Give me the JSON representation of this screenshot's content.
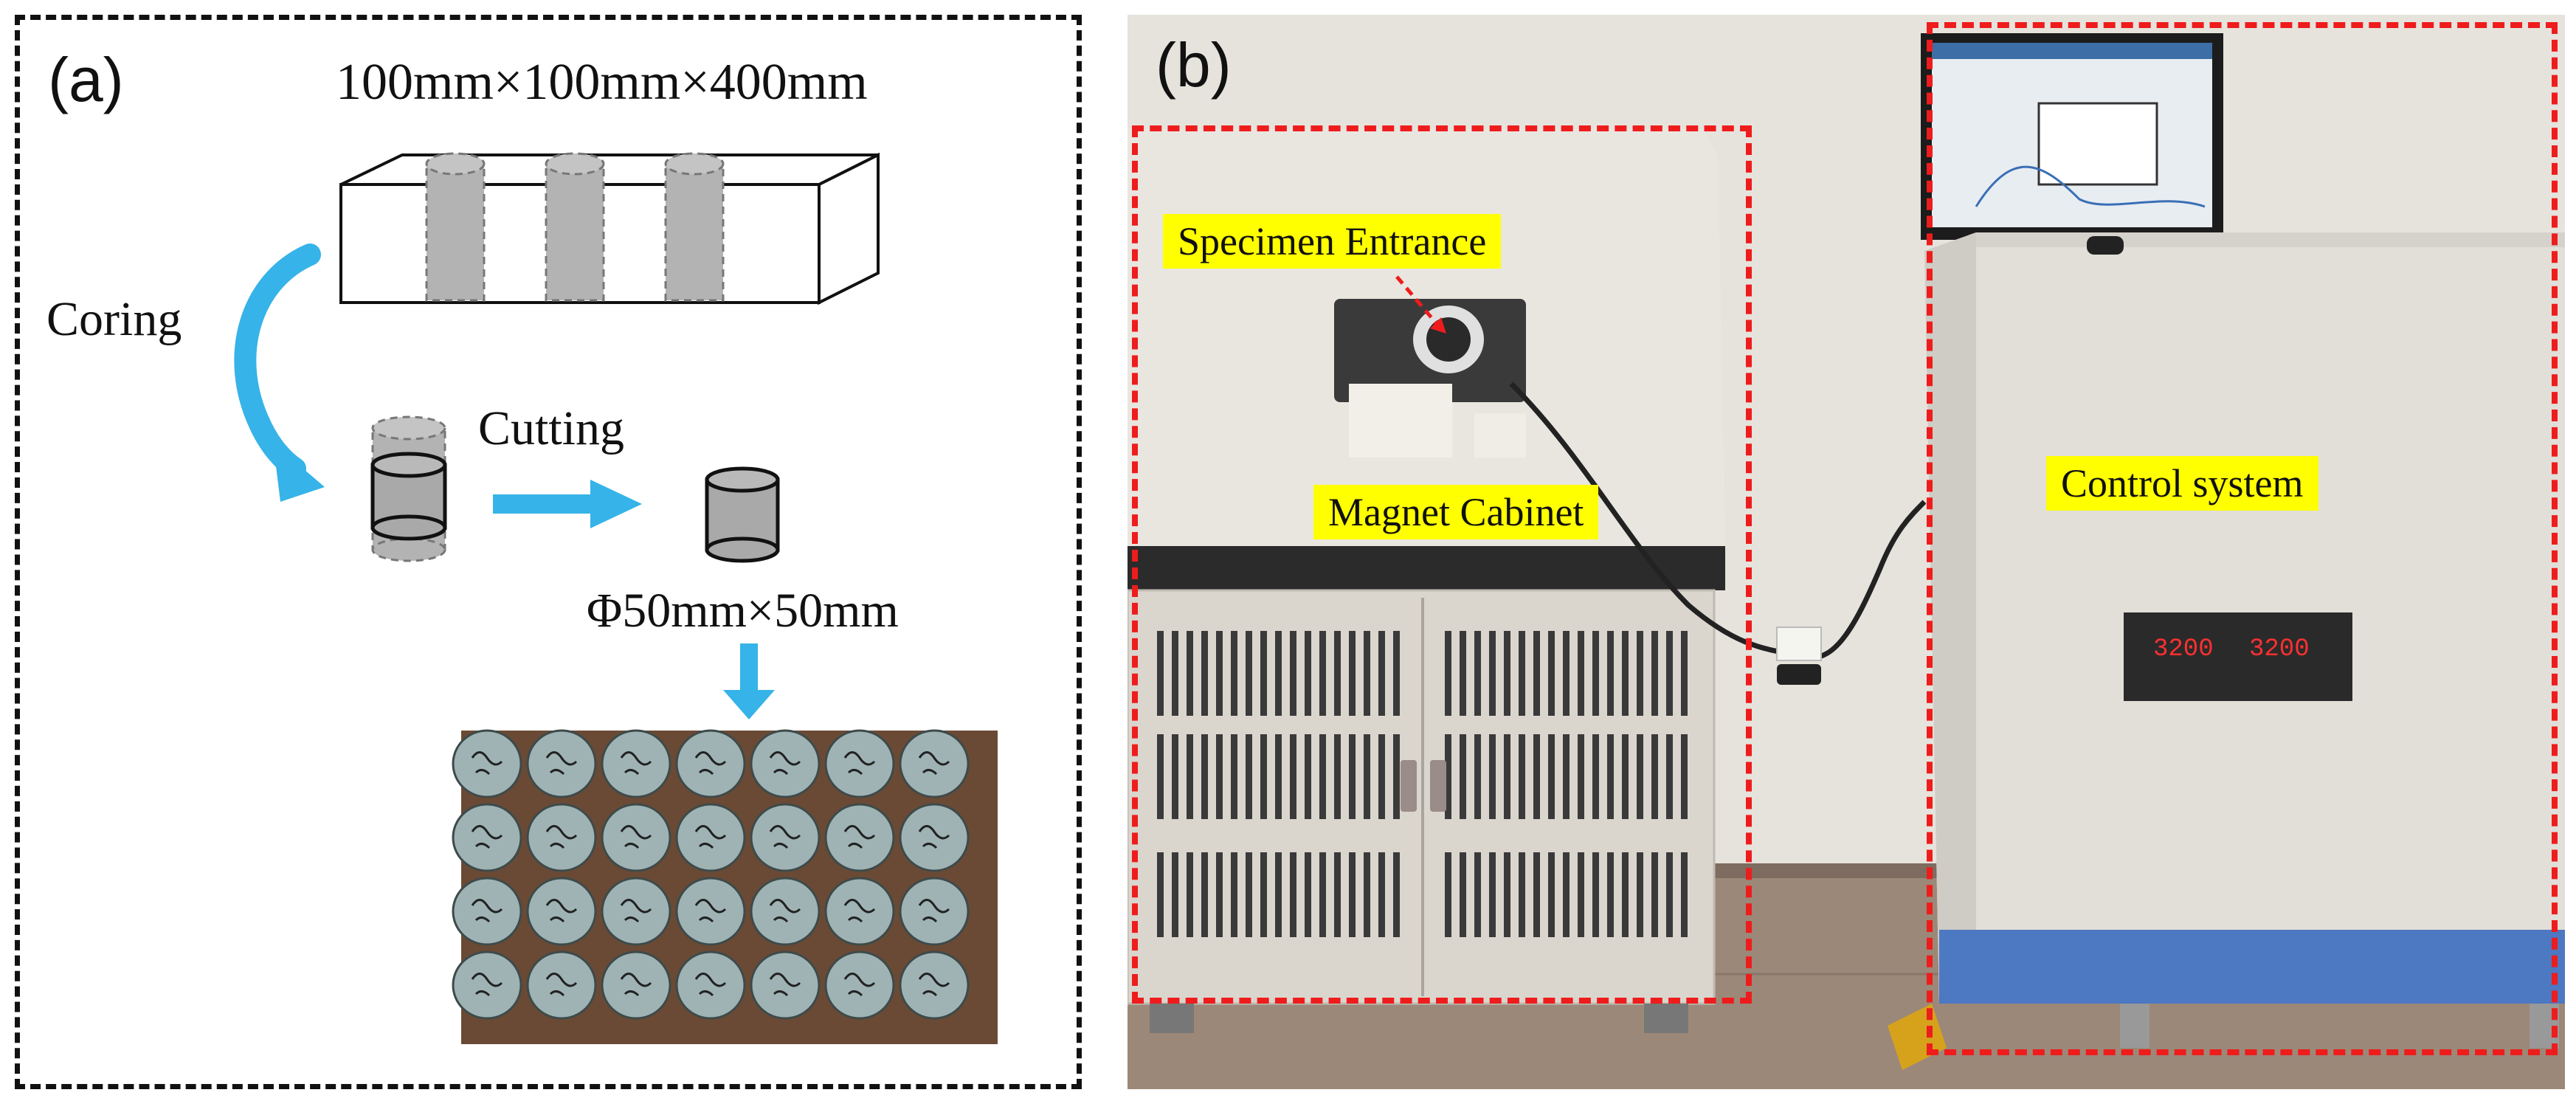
{
  "panel_a": {
    "label": "(a)",
    "block_dims": "100mm×100mm×400mm",
    "coring_label": "Coring",
    "cutting_label": "Cutting",
    "cylinder_dims": "Φ50mm×50mm"
  },
  "panel_b": {
    "label": "(b)",
    "specimen_entrance": "Specimen Entrance",
    "magnet_cabinet": "Magnet Cabinet",
    "control_system": "Control system",
    "display_left": "3200",
    "display_right": "3200"
  },
  "colors": {
    "arrow_blue": "#36b3e8",
    "highlight_yellow": "#ffff00",
    "dash_red": "#ee1c1c",
    "cylinder_gray": "#a9a9a9",
    "specimen_gray_blue": "#9fb3b4"
  }
}
